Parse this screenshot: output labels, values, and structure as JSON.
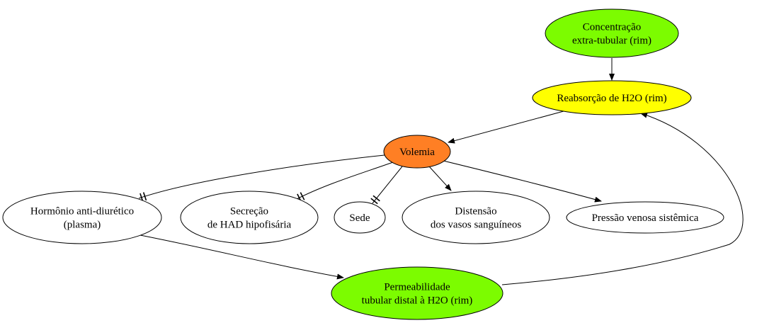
{
  "diagram": {
    "nodes": [
      {
        "id": "concentracao",
        "lines": [
          "Concentração",
          "extra-tubular (rim)"
        ],
        "fill": "#7cfc00"
      },
      {
        "id": "reabsorcao",
        "lines": [
          "Reabsorção de H2O (rim)"
        ],
        "fill": "#ffff00"
      },
      {
        "id": "volemia",
        "lines": [
          "Volemia"
        ],
        "fill": "#ff7f24"
      },
      {
        "id": "hormonio",
        "lines": [
          "Hormônio anti-diurético",
          "(plasma)"
        ],
        "fill": "#ffffff"
      },
      {
        "id": "secrecao",
        "lines": [
          "Secreção",
          "de HAD hipofisária"
        ],
        "fill": "#ffffff"
      },
      {
        "id": "sede",
        "lines": [
          "Sede"
        ],
        "fill": "#ffffff"
      },
      {
        "id": "distensao",
        "lines": [
          "Distensão",
          "dos vasos sanguíneos"
        ],
        "fill": "#ffffff"
      },
      {
        "id": "pressao",
        "lines": [
          "Pressão venosa sistêmica"
        ],
        "fill": "#ffffff"
      },
      {
        "id": "permeabilidade",
        "lines": [
          "Permeabilidade",
          "tubular distal à H2O (rim)"
        ],
        "fill": "#7cfc00"
      }
    ],
    "edges": [
      {
        "from": "concentracao",
        "to": "reabsorcao",
        "type": "increase"
      },
      {
        "from": "reabsorcao",
        "to": "volemia",
        "type": "increase"
      },
      {
        "from": "volemia",
        "to": "hormonio",
        "type": "inhibit"
      },
      {
        "from": "volemia",
        "to": "secrecao",
        "type": "inhibit"
      },
      {
        "from": "volemia",
        "to": "sede",
        "type": "inhibit"
      },
      {
        "from": "volemia",
        "to": "distensao",
        "type": "increase"
      },
      {
        "from": "volemia",
        "to": "pressao",
        "type": "increase"
      },
      {
        "from": "hormonio",
        "to": "permeabilidade",
        "type": "increase"
      },
      {
        "from": "permeabilidade",
        "to": "reabsorcao",
        "type": "increase"
      }
    ]
  }
}
